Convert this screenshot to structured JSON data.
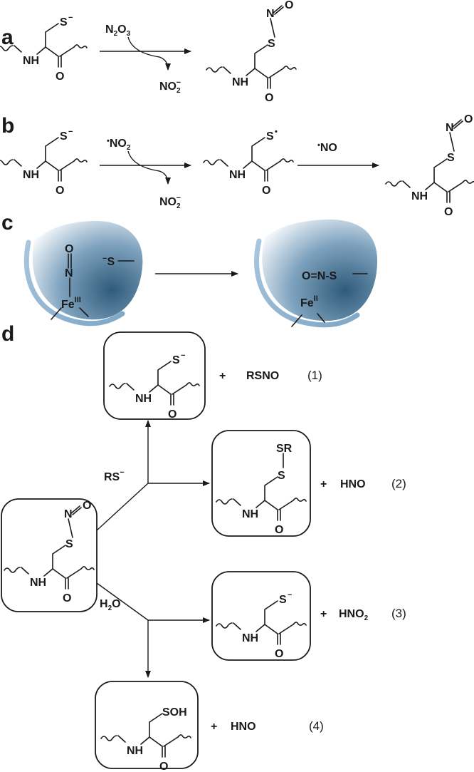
{
  "panels": {
    "a": "a",
    "b": "b",
    "c": "c",
    "d": "d"
  },
  "atoms": {
    "S": "S",
    "N": "N",
    "O": "O",
    "H": "H",
    "NH": "NH",
    "Fe": "Fe",
    "SH": "SOH",
    "SR": "SR",
    "RS": "RS",
    "SNO_O": "O",
    "HNO": "HNO",
    "RSNO": "RSNO",
    "HNO2": "HNO",
    "N2O3": "N",
    "NO2": "NO",
    "NO": "NO",
    "ONS": "O=N-S"
  },
  "sub": {
    "two": "2",
    "three": "3"
  },
  "charge": {
    "minus": "−",
    "radical": "•",
    "III": "III",
    "II": "II"
  },
  "numbers": [
    "(1)",
    "(2)",
    "(3)",
    "(4)"
  ],
  "reagents": {
    "a_top": "N2O3",
    "a_bottom": "NO2−",
    "b_top": "•NO2",
    "b_bottom": "NO2−",
    "b_second": "•NO",
    "d_branch1": "RS−",
    "d_branch2": "H2O"
  },
  "products": {
    "p1": "RSNO",
    "p2": "HNO",
    "p3": "HNO2",
    "p4": "HNO"
  },
  "colors": {
    "ink": "#1a1a1a",
    "protein_dark": "#4e7591",
    "protein_light": "#e4edf4",
    "rim": "#9bbbd6"
  }
}
